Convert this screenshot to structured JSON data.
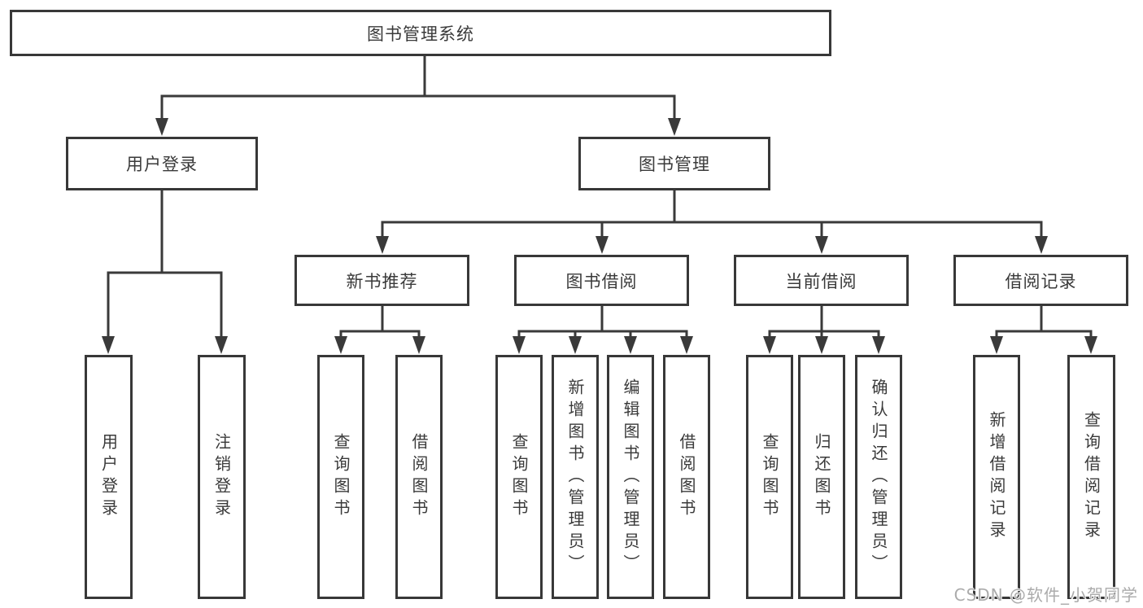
{
  "watermark": "CSDN @软件_小贺同学",
  "colors": {
    "line": "#3a3a3a",
    "box_border": "#383838",
    "box_fill": "#ffffff",
    "text": "#3a3a3a",
    "watermark": "#ababab"
  },
  "tree": {
    "root": {
      "label": "图书管理系统"
    },
    "level2": [
      {
        "label": "用户登录"
      },
      {
        "label": "图书管理"
      }
    ],
    "level3": [
      {
        "label": "新书推荐",
        "parent": "图书管理"
      },
      {
        "label": "图书借阅",
        "parent": "图书管理"
      },
      {
        "label": "当前借阅",
        "parent": "图书管理"
      },
      {
        "label": "借阅记录",
        "parent": "图书管理"
      }
    ],
    "leaves": [
      {
        "label": "用户登录",
        "parent": "用户登录"
      },
      {
        "label": "注销登录",
        "parent": "用户登录"
      },
      {
        "label": "查询图书",
        "parent": "新书推荐"
      },
      {
        "label": "借阅图书",
        "parent": "新书推荐"
      },
      {
        "label": "查询图书",
        "parent": "图书借阅"
      },
      {
        "label": "新增图书（管理员）",
        "parent": "图书借阅"
      },
      {
        "label": "编辑图书（管理员）",
        "parent": "图书借阅"
      },
      {
        "label": "借阅图书",
        "parent": "图书借阅"
      },
      {
        "label": "查询图书",
        "parent": "当前借阅"
      },
      {
        "label": "归还图书",
        "parent": "当前借阅"
      },
      {
        "label": "确认归还（管理员）",
        "parent": "当前借阅"
      },
      {
        "label": "新增借阅记录",
        "parent": "借阅记录"
      },
      {
        "label": "查询借阅记录",
        "parent": "借阅记录"
      }
    ]
  }
}
